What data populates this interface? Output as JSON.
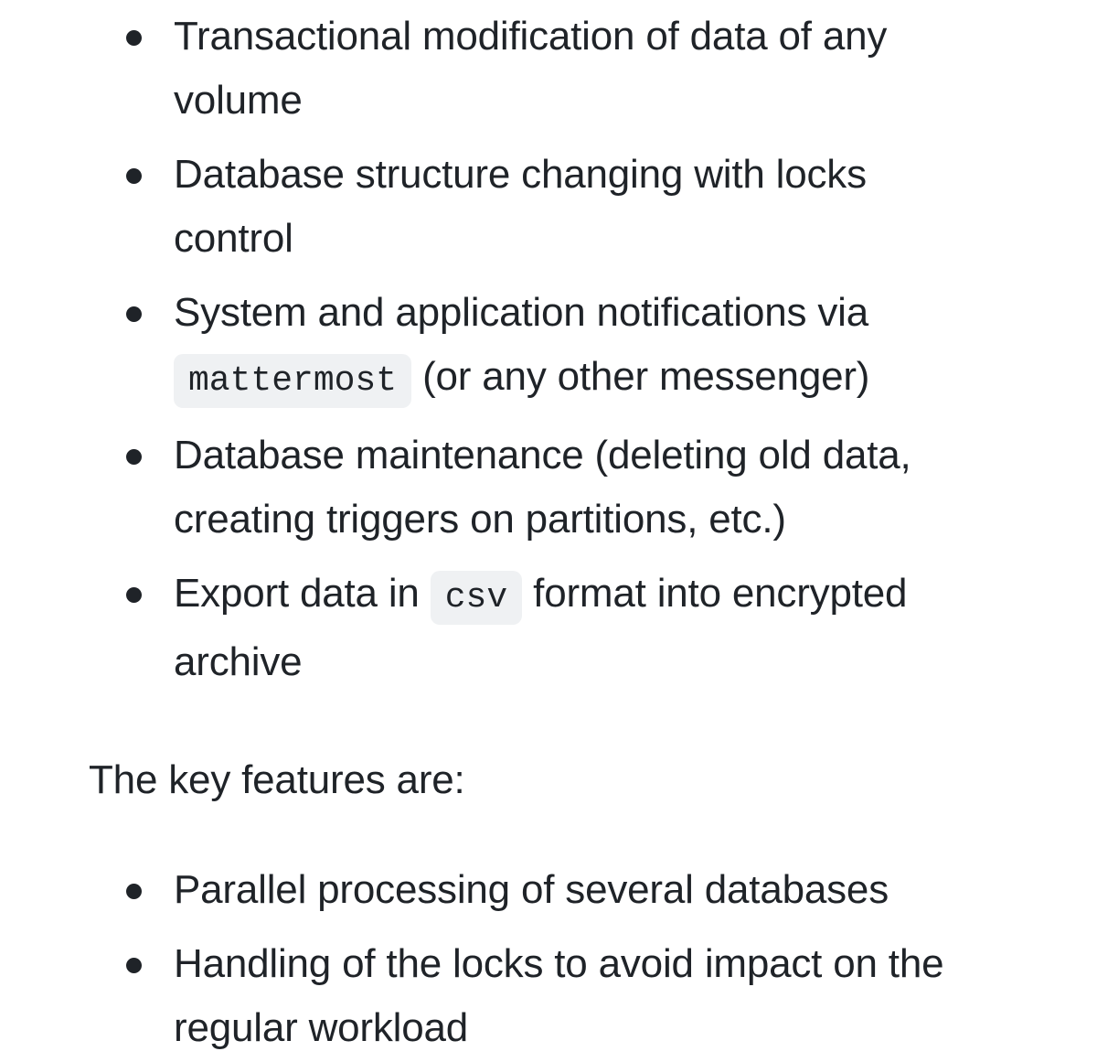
{
  "list1": [
    {
      "text": "Transactional modification of data of any volume"
    },
    {
      "text": "Database structure changing with locks control"
    },
    {
      "before": "System and application notifications via ",
      "code": "mattermost",
      "after": " (or any other messenger)"
    },
    {
      "text": "Database maintenance (deleting old data, creating triggers on partitions, etc.)"
    },
    {
      "before": "Export data in ",
      "code": "csv",
      "after": " format into encrypted archive"
    }
  ],
  "intro": "The key features are:",
  "list2": [
    {
      "text": "Parallel processing of several databases"
    },
    {
      "text": "Handling of the locks to avoid impact on the regular workload"
    }
  ]
}
